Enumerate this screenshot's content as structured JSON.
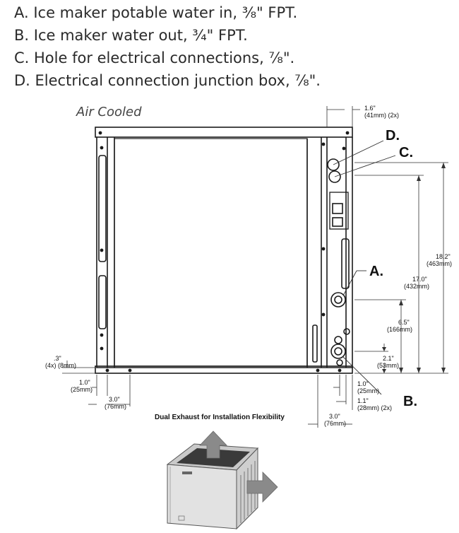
{
  "legend": [
    "A. Ice maker potable water in, ³⁄₈\" FPT.",
    "B. Ice maker water out, ³⁄₄\" FPT.",
    "C. Hole for electrical connections, ⁷⁄₈\".",
    "D. Electrical connection junction box, ⁷⁄₈\"."
  ],
  "subtitle": "Air Cooled",
  "callouts": {
    "a": "A.",
    "b": "B.",
    "c": "C.",
    "d": "D."
  },
  "dims": {
    "top_1": "1.6\"",
    "top_2": "(41mm) (2x)",
    "h182_1": "18.2\"",
    "h182_2": "(463mm)",
    "h170_1": "17.0\"",
    "h170_2": "(432mm)",
    "h65_1": "6.5\"",
    "h65_2": "(166mm)",
    "h21_1": "2.1\"",
    "h21_2": "(53mm)",
    "foot3_1": ".3\"",
    "foot3_2": "(4x) (8mm)",
    "l10_1": "1.0\"",
    "l10_2": "(25mm)",
    "l30_1": "3.0\"",
    "l30_2": "(76mm)",
    "r10_1": "1.0\"",
    "r10_2": "(25mm)",
    "r11_1": "1.1\"",
    "r11_2": "(28mm) (2x)",
    "r30_1": "3.0\"",
    "r30_2": "(76mm)"
  },
  "caption": "Dual Exhaust for Installation Flexibility",
  "colors": {
    "line": "#1a1a1a",
    "arrow": "#8a8a8a",
    "unit": "#dcdcdc"
  }
}
